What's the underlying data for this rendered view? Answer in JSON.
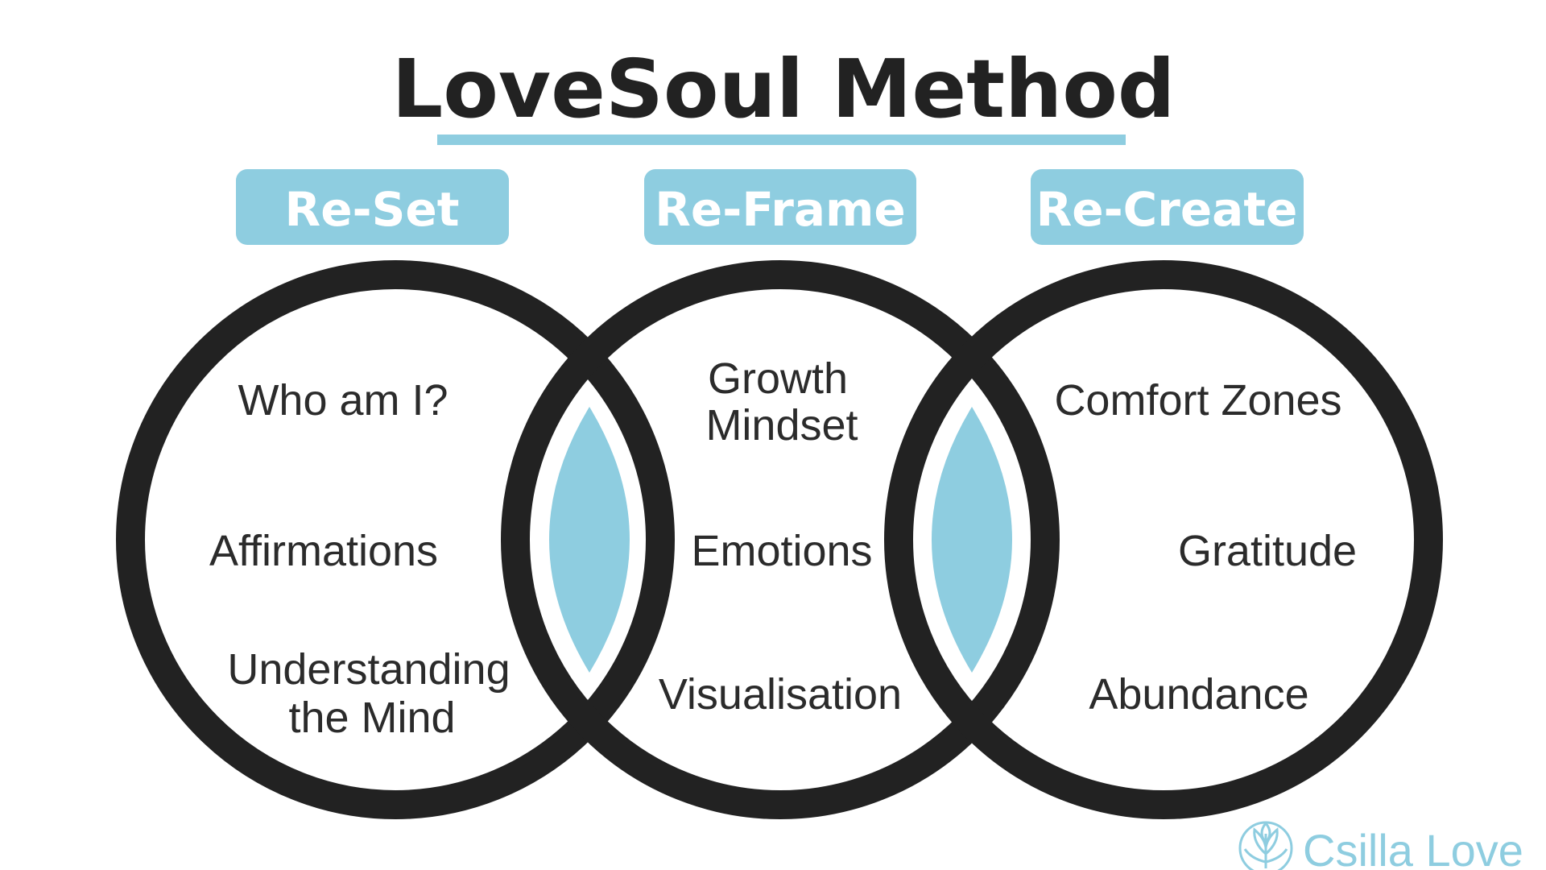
{
  "title": "LoveSoul Method",
  "colors": {
    "accent": "#8ecde0",
    "ring": "#222222",
    "text": "#2b2b2b",
    "background": "#ffffff"
  },
  "stages": [
    {
      "label": "Re-Set",
      "items": [
        [
          "Who am I?"
        ],
        [
          "Affirmations"
        ],
        [
          "Understanding",
          "the Mind"
        ]
      ]
    },
    {
      "label": "Re-Frame",
      "items": [
        [
          "Growth",
          "Mindset"
        ],
        [
          "Emotions"
        ],
        [
          "Visualisation"
        ]
      ]
    },
    {
      "label": "Re-Create",
      "items": [
        [
          "Comfort Zones"
        ],
        [
          "Gratitude"
        ],
        [
          "Abundance"
        ]
      ]
    }
  ],
  "brand": {
    "name": "Csilla Love",
    "icon": "lotus-icon"
  }
}
